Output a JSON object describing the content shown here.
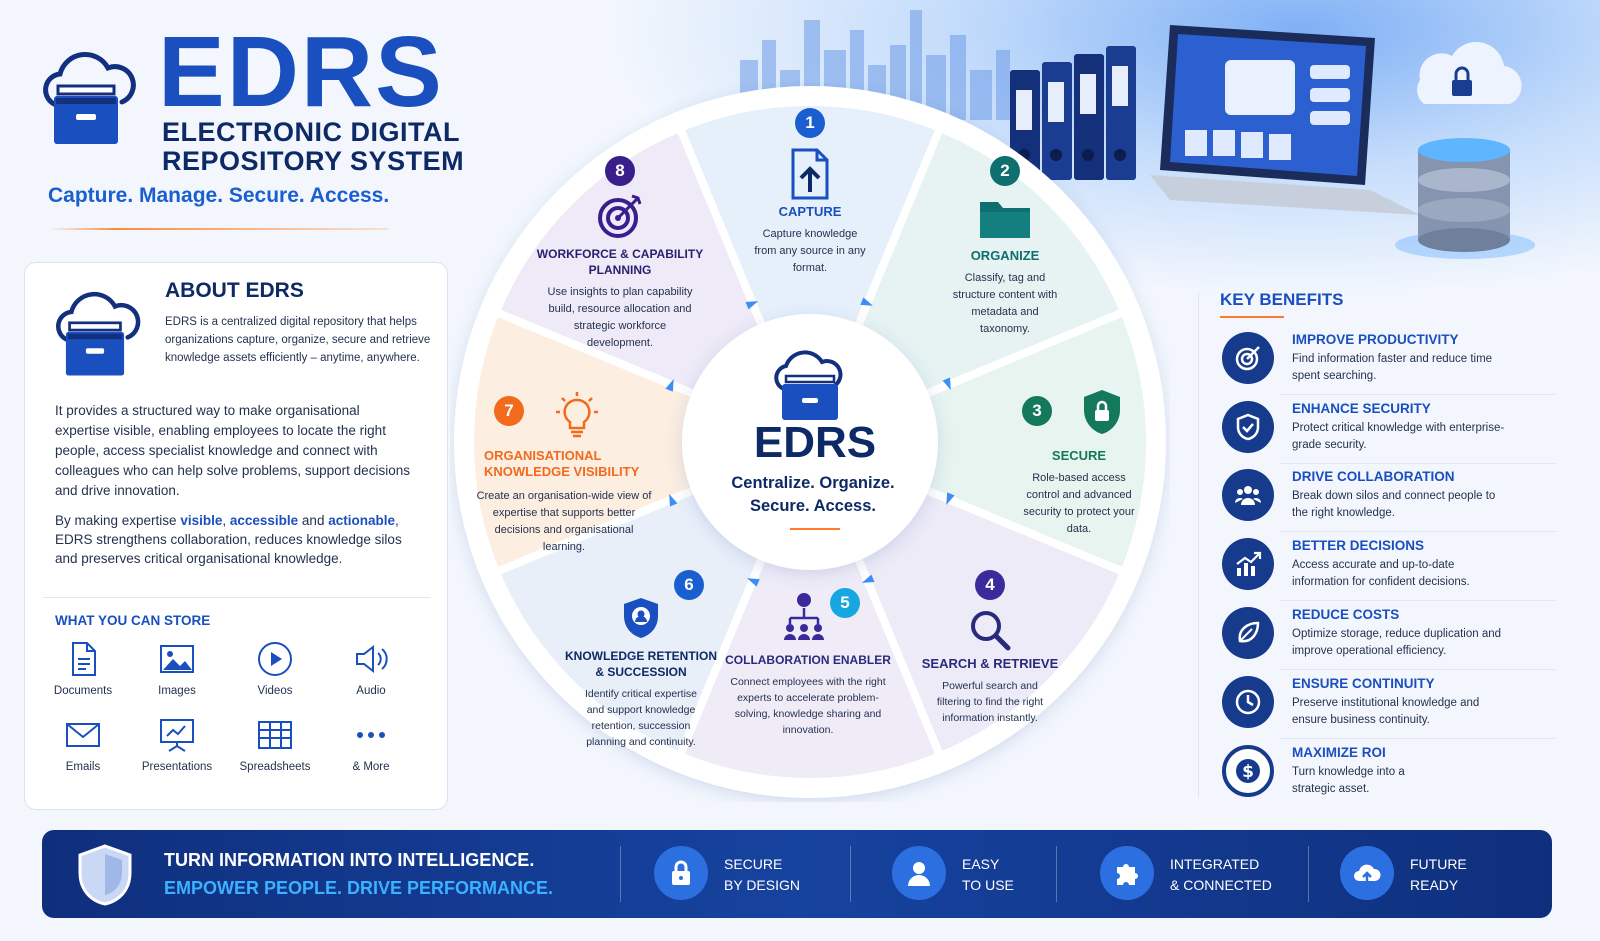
{
  "header": {
    "brand": "EDRS",
    "subtitle_line1": "ELECTRONIC DIGITAL",
    "subtitle_line2": "REPOSITORY SYSTEM",
    "tagline": "Capture. Manage. Secure. Access."
  },
  "about": {
    "title": "ABOUT EDRS",
    "p1": "EDRS is a centralized digital repository that helps organizations capture, organize, secure and retrieve knowledge assets efficiently – anytime, anywhere.",
    "p2": "It provides a structured way to make organisational expertise visible, enabling employees to locate the right people, access specialist knowledge and connect with colleagues who can help solve problems, support decisions and drive innovation.",
    "p3_a": "By making expertise ",
    "p3_b1": "visible",
    "p3_c": ", ",
    "p3_b2": "accessible",
    "p3_d": " and ",
    "p3_b3": "actionable",
    "p3_e": ", EDRS strengthens collaboration, reduces knowledge silos and preserves critical organisational knowledge.",
    "store_title": "WHAT YOU CAN STORE",
    "store_items": [
      {
        "label": "Documents",
        "icon": "document-icon"
      },
      {
        "label": "Images",
        "icon": "image-icon"
      },
      {
        "label": "Videos",
        "icon": "video-icon"
      },
      {
        "label": "Audio",
        "icon": "audio-icon"
      },
      {
        "label": "Emails",
        "icon": "email-icon"
      },
      {
        "label": "Presentations",
        "icon": "presentation-icon"
      },
      {
        "label": "Spreadsheets",
        "icon": "spreadsheet-icon"
      },
      {
        "label": "& More",
        "icon": "more-icon"
      }
    ]
  },
  "wheel": {
    "center_title": "EDRS",
    "center_sub1": "Centralize. Organize.",
    "center_sub2": "Secure. Access.",
    "segments": [
      {
        "num": "1",
        "title": "CAPTURE",
        "desc": "Capture knowledge from any source in any format.",
        "color": "#1a5fd0"
      },
      {
        "num": "2",
        "title": "ORGANIZE",
        "desc": "Classify, tag and structure content with metadata and taxonomy.",
        "color": "#0f6e6e"
      },
      {
        "num": "3",
        "title": "SECURE",
        "desc": "Role-based access control and advanced security to protect your data.",
        "color": "#14795a"
      },
      {
        "num": "4",
        "title": "SEARCH & RETRIEVE",
        "desc": "Powerful search and filtering to find the right information instantly.",
        "color": "#3a2a9c"
      },
      {
        "num": "5",
        "title": "COLLABORATION ENABLER",
        "desc": "Connect employees with the right experts to accelerate problem-solving, knowledge sharing and innovation.",
        "color": "#17a7e0"
      },
      {
        "num": "6",
        "title": "KNOWLEDGE RETENTION & SUCCESSION",
        "desc": "Identify critical expertise and support knowledge retention, succession planning and continuity.",
        "color": "#1a5fd0"
      },
      {
        "num": "7",
        "title": "ORGANISATIONAL KNOWLEDGE VISIBILITY",
        "desc": "Create an organisation-wide view of expertise that supports better decisions and organisational learning.",
        "color": "#f26a1b"
      },
      {
        "num": "8",
        "title": "WORKFORCE & CAPABILITY PLANNING",
        "desc": "Use insights to plan capability build, resource allocation and strategic workforce development.",
        "color": "#3a1f8c"
      }
    ]
  },
  "benefits": {
    "title": "KEY BENEFITS",
    "items": [
      {
        "title": "IMPROVE PRODUCTIVITY",
        "desc": "Find information faster and reduce time spent searching.",
        "icon": "target-icon"
      },
      {
        "title": "ENHANCE SECURITY",
        "desc": "Protect critical knowledge with enterprise-grade security.",
        "icon": "shield-icon"
      },
      {
        "title": "DRIVE COLLABORATION",
        "desc": "Break down silos and connect people to the right knowledge.",
        "icon": "people-icon"
      },
      {
        "title": "BETTER DECISIONS",
        "desc": "Access accurate and up-to-date information for confident decisions.",
        "icon": "chart-icon"
      },
      {
        "title": "REDUCE COSTS",
        "desc": "Optimize storage, reduce duplication and improve operational efficiency.",
        "icon": "leaf-icon"
      },
      {
        "title": "ENSURE CONTINUITY",
        "desc": "Preserve institutional knowledge and ensure business continuity.",
        "icon": "clock-icon"
      },
      {
        "title": "MAXIMIZE ROI",
        "desc": "Turn knowledge into a strategic asset.",
        "icon": "dollar-icon"
      }
    ]
  },
  "footer": {
    "line1": "TURN INFORMATION INTO INTELLIGENCE.",
    "line2": "EMPOWER PEOPLE. DRIVE PERFORMANCE.",
    "items": [
      {
        "l1": "SECURE",
        "l2": "BY DESIGN",
        "icon": "lock-icon"
      },
      {
        "l1": "EASY",
        "l2": "TO USE",
        "icon": "user-icon"
      },
      {
        "l1": "INTEGRATED",
        "l2": "& CONNECTED",
        "icon": "puzzle-icon"
      },
      {
        "l1": "FUTURE",
        "l2": "READY",
        "icon": "cloud-upload-icon"
      }
    ]
  }
}
